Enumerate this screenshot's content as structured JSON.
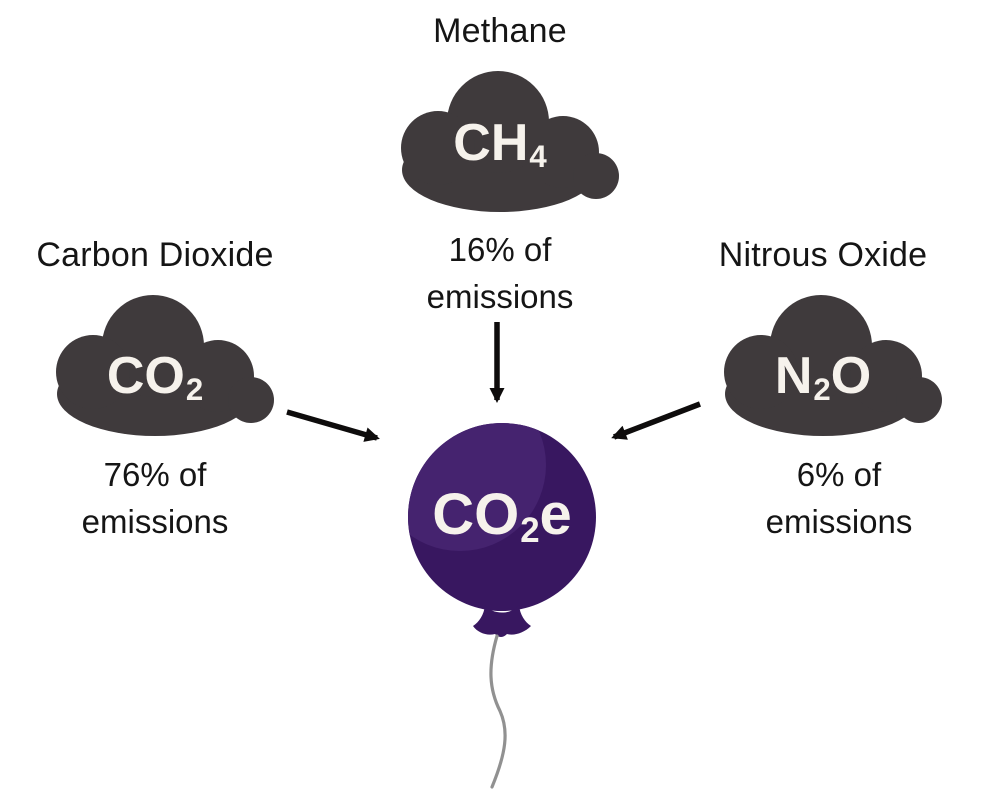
{
  "colors": {
    "background": "#FFFFFF",
    "cloud": "#3F3A3C",
    "cloud_text": "#F6F2EC",
    "balloon": "#381760",
    "balloon_highlight": "#45236F",
    "balloon_string": "#919191",
    "arrow": "#0E0C0C",
    "text": "#151515"
  },
  "gases": [
    {
      "name": "Methane",
      "formula": {
        "pre": "CH",
        "sub": "4",
        "post": ""
      },
      "share_lines": [
        "16% of",
        "emissions"
      ]
    },
    {
      "name": "Carbon Dioxide",
      "formula": {
        "pre": "CO",
        "sub": "2",
        "post": ""
      },
      "share_lines": [
        "76% of",
        "emissions"
      ]
    },
    {
      "name": "Nitrous Oxide",
      "formula": {
        "pre": "N",
        "sub": "2",
        "post": "O"
      },
      "share_lines": [
        "6% of",
        "emissions"
      ]
    }
  ],
  "balloon": {
    "formula": {
      "pre": "CO",
      "sub": "2",
      "post": "e"
    }
  }
}
